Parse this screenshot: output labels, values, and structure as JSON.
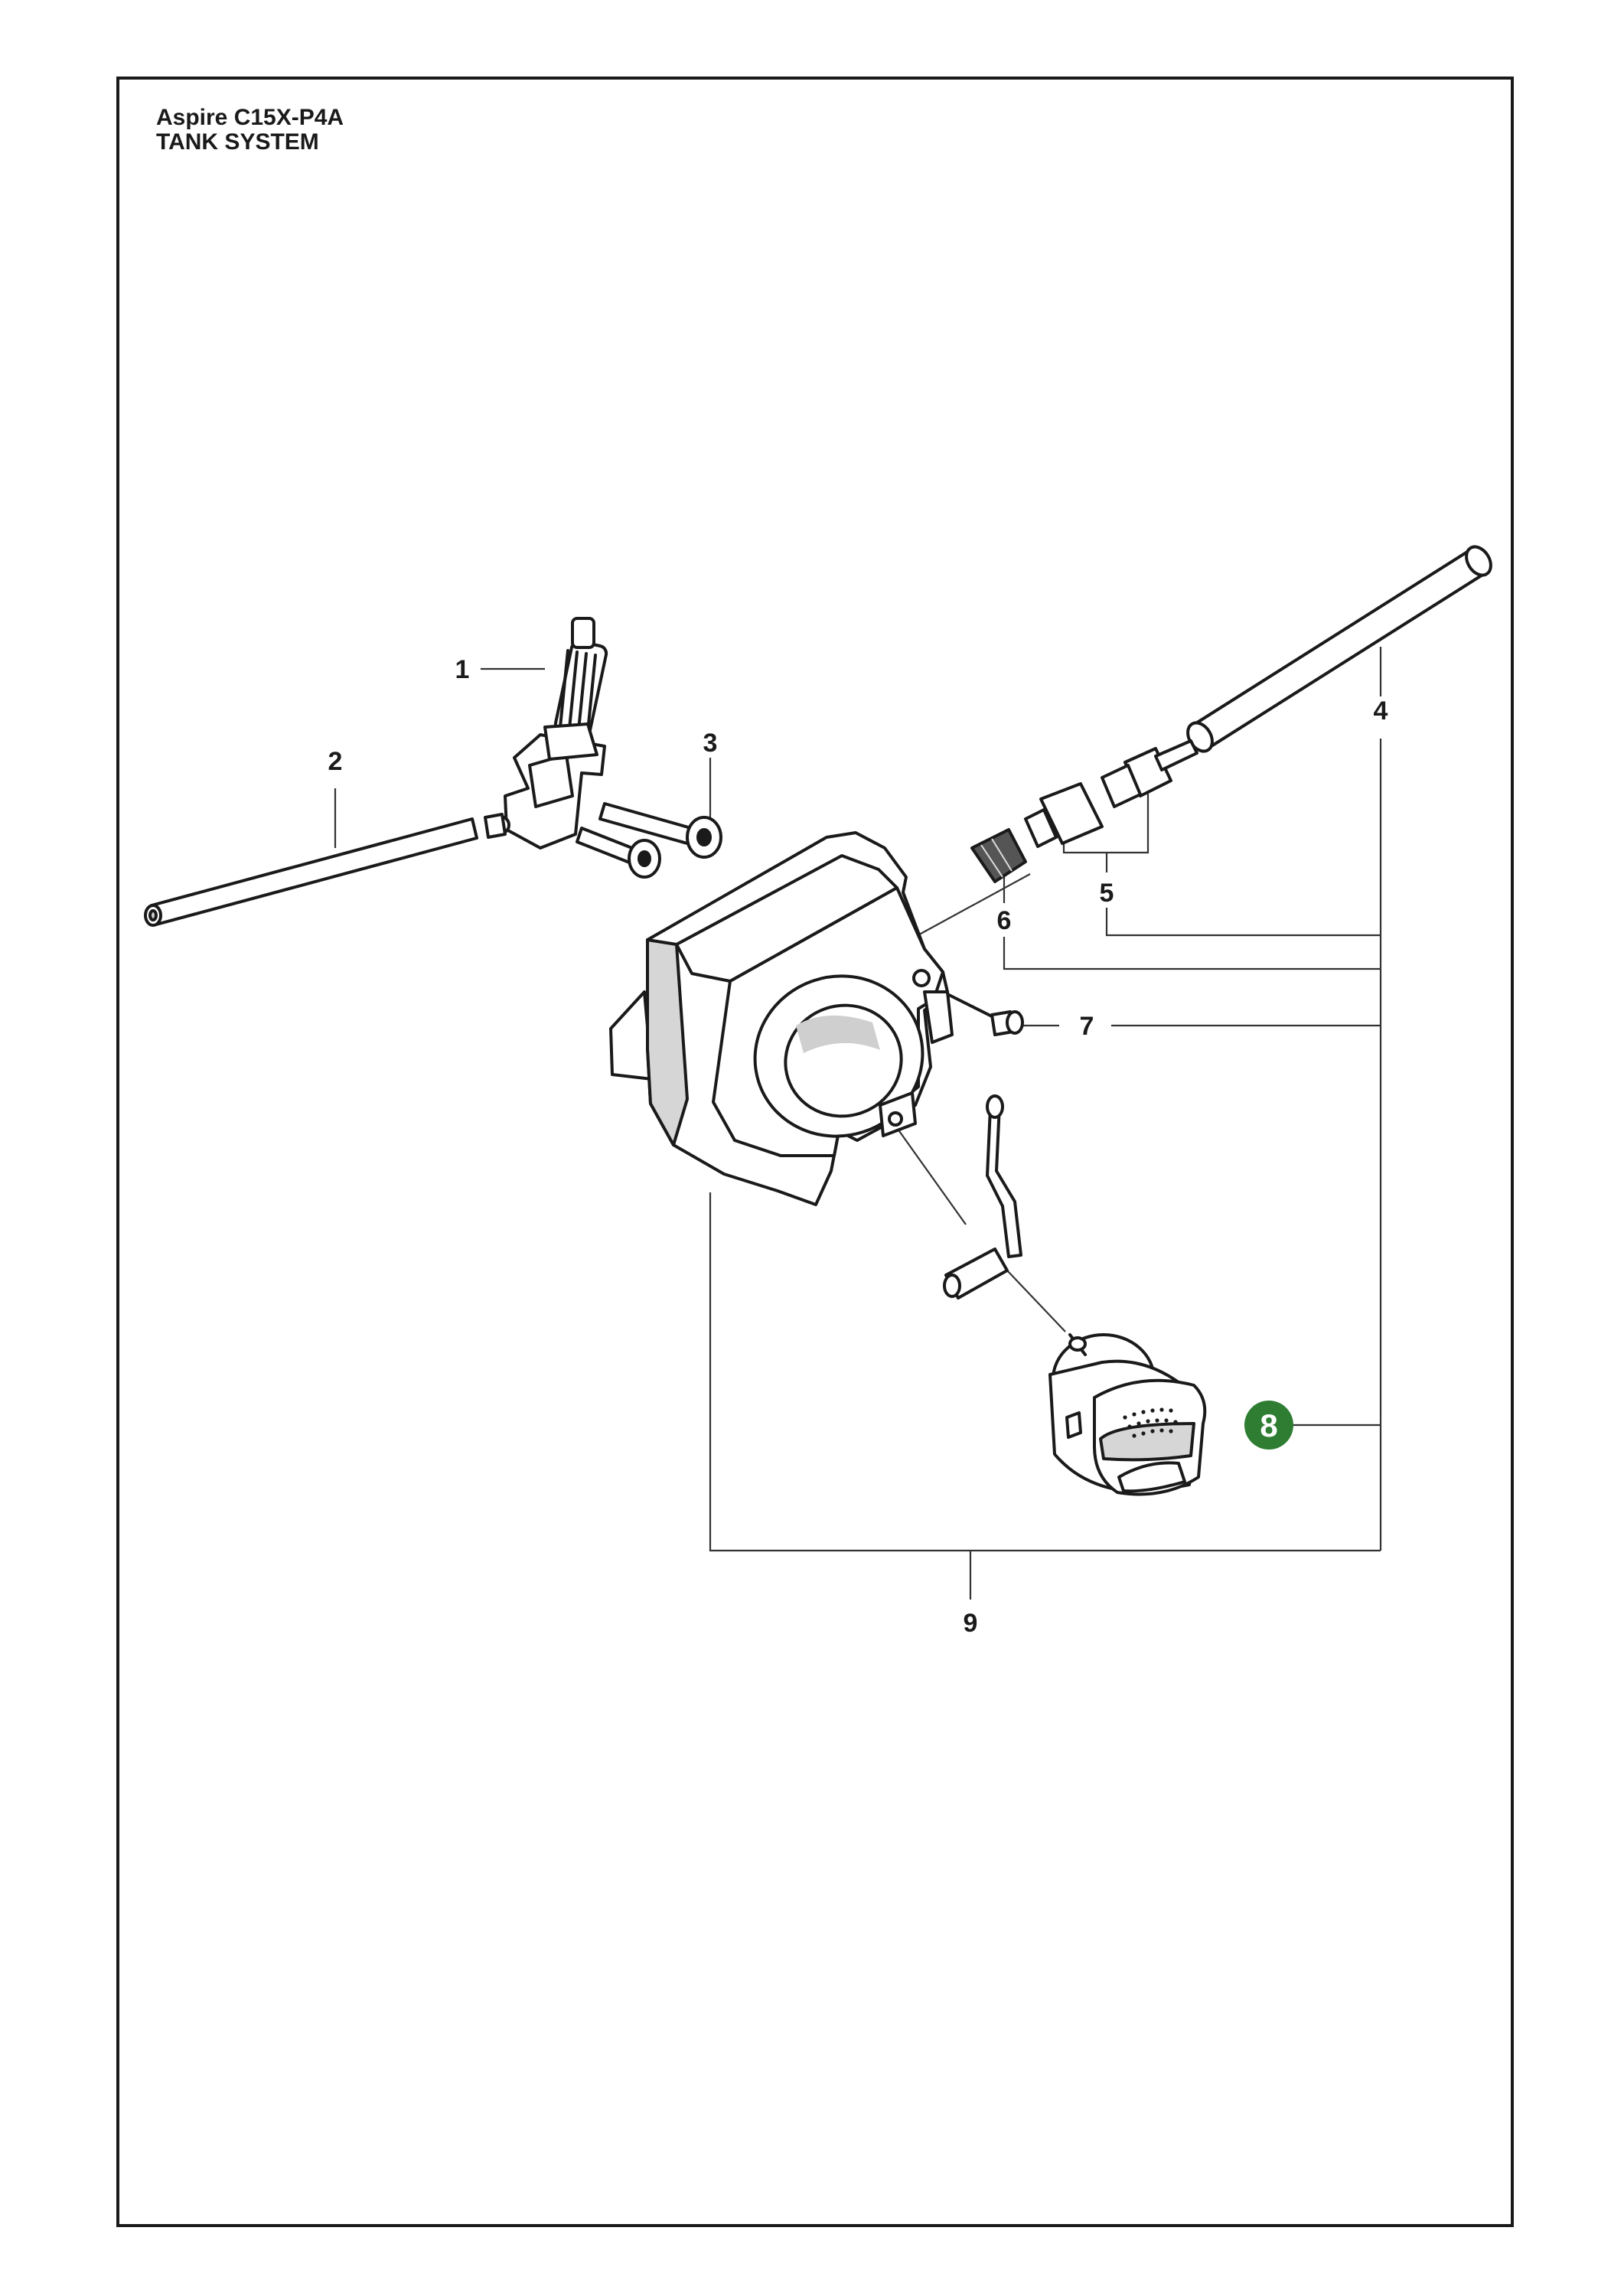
{
  "header": {
    "model": "Aspire C15X-P4A",
    "section": "TANK SYSTEM"
  },
  "callouts": [
    {
      "number": "1"
    },
    {
      "number": "2"
    },
    {
      "number": "3"
    },
    {
      "number": "4"
    },
    {
      "number": "5"
    },
    {
      "number": "6"
    },
    {
      "number": "7"
    },
    {
      "number": "8",
      "highlighted": true
    },
    {
      "number": "9"
    }
  ],
  "colors": {
    "highlight": "#2e7d32",
    "line": "#1a1a1a",
    "part_fill": "#ffffff",
    "shade": "#d6d6d6"
  }
}
